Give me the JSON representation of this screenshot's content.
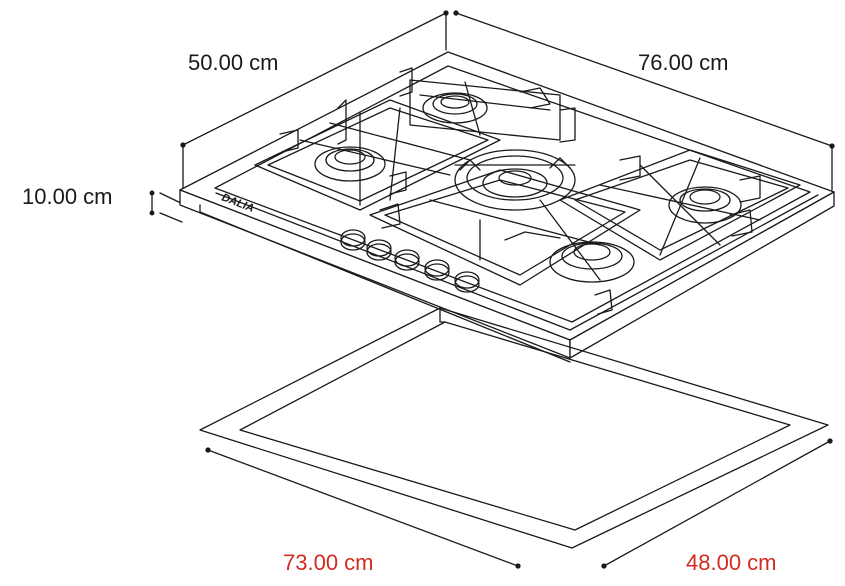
{
  "brand": "DALIA",
  "dimensions": {
    "depth": "50.00 cm",
    "width": "76.00 cm",
    "height": "10.00 cm",
    "cutout_width": "73.00 cm",
    "cutout_depth": "48.00 cm"
  },
  "colors": {
    "line": "#1a1a1a",
    "cutout_label": "#d22b1f",
    "surface": "#ffffff"
  }
}
